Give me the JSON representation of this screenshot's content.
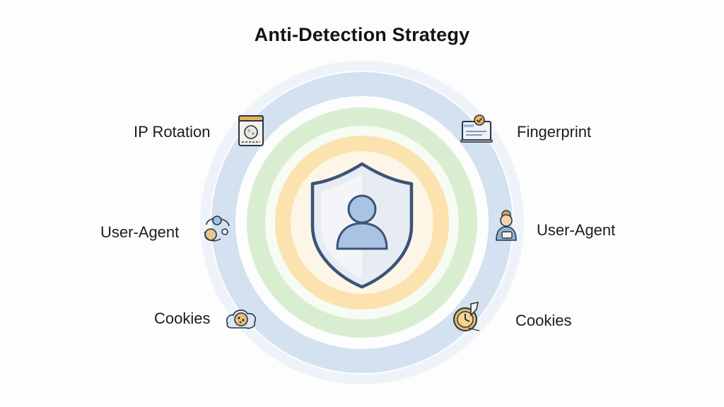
{
  "title": "Anti-Detection Strategy",
  "colors": {
    "outer_ring": "#c9d9ee",
    "middle_ring": "#cfe8c6",
    "inner_ring": "#fae0a8",
    "shield_fill": "#eef1f6",
    "shield_stroke": "#3d5378",
    "user_fill": "#a9c3e3"
  },
  "items": {
    "ip_rotation": {
      "label": "IP Rotation",
      "icon": "browser-window-icon"
    },
    "fingerprint": {
      "label": "Fingerprint",
      "icon": "monitor-check-icon"
    },
    "user_agent_left": {
      "label": "User-Agent",
      "icon": "robot-icon"
    },
    "user_agent_right": {
      "label": "User-Agent",
      "icon": "person-icon"
    },
    "cookies_left": {
      "label": "Cookies",
      "icon": "cookie-cloud-icon"
    },
    "cookies_right": {
      "label": "Cookies",
      "icon": "clock-pen-icon"
    }
  },
  "center": {
    "icon": "shield-user-icon"
  }
}
